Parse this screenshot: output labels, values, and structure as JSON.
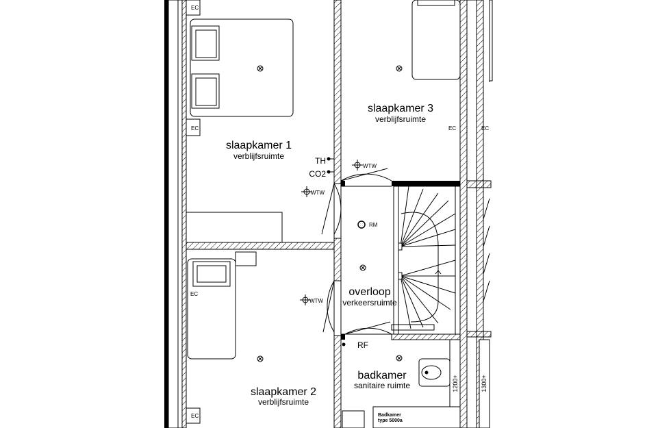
{
  "rooms": {
    "slaapkamer1": {
      "name": "slaapkamer 1",
      "type": "verblijfsruimte"
    },
    "slaapkamer2": {
      "name": "slaapkamer 2",
      "type": "verblijfsruimte"
    },
    "slaapkamer3": {
      "name": "slaapkamer 3",
      "type": "verblijfsruimte"
    },
    "overloop": {
      "name": "overloop",
      "type": "verkeersruimte"
    },
    "badkamer": {
      "name": "badkamer",
      "type": "sanitaire ruimte"
    }
  },
  "symbols": {
    "th": "TH",
    "co2": "CO2",
    "wtw": "WTW",
    "rm": "RM",
    "rf": "RF",
    "ec": "EC"
  },
  "fixtures": {
    "bath_label": "Badkamer",
    "bath_type": "type 5000a",
    "dim_1": "1200+",
    "dim_2": "1300+"
  },
  "colors": {
    "line": "#000000",
    "background": "#ffffff"
  }
}
